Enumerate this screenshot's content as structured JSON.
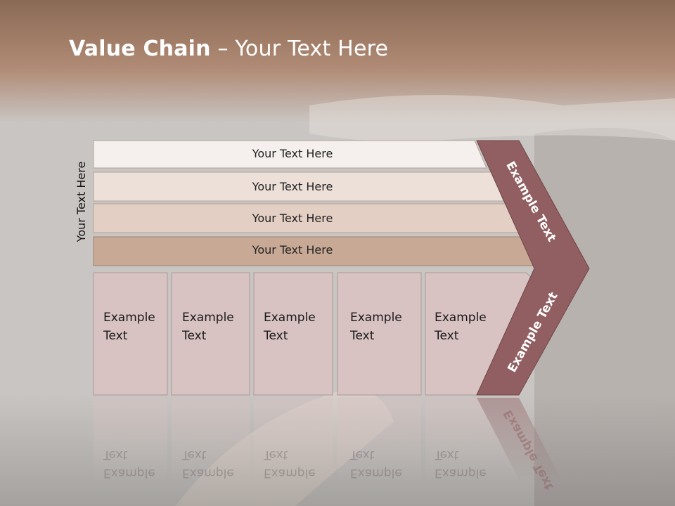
{
  "slide": {
    "title_bold": "Value Chain",
    "title_rest": " – Your Text Here",
    "side_label": "Your Text Here",
    "rows": [
      {
        "label": "Your Text Here"
      },
      {
        "label": "Your Text Here"
      },
      {
        "label": "Your Text Here"
      },
      {
        "label": "Your Text Here"
      }
    ],
    "cells": [
      {
        "text": "Example\nText"
      },
      {
        "text": "Example\nText"
      },
      {
        "text": "Example\nText"
      },
      {
        "text": "Example\nText"
      },
      {
        "text": "Example\nText"
      }
    ],
    "arrow_upper_text": "Example Text",
    "arrow_lower_text": "Example Text"
  },
  "colors": {
    "header": "#a98571",
    "row_1": "#f5f0ee",
    "row_2": "#ede0d9",
    "row_3": "#e3cfc3",
    "row_4": "#c8a995",
    "cell": "#d8c2c2",
    "arrow": "#915f61"
  }
}
